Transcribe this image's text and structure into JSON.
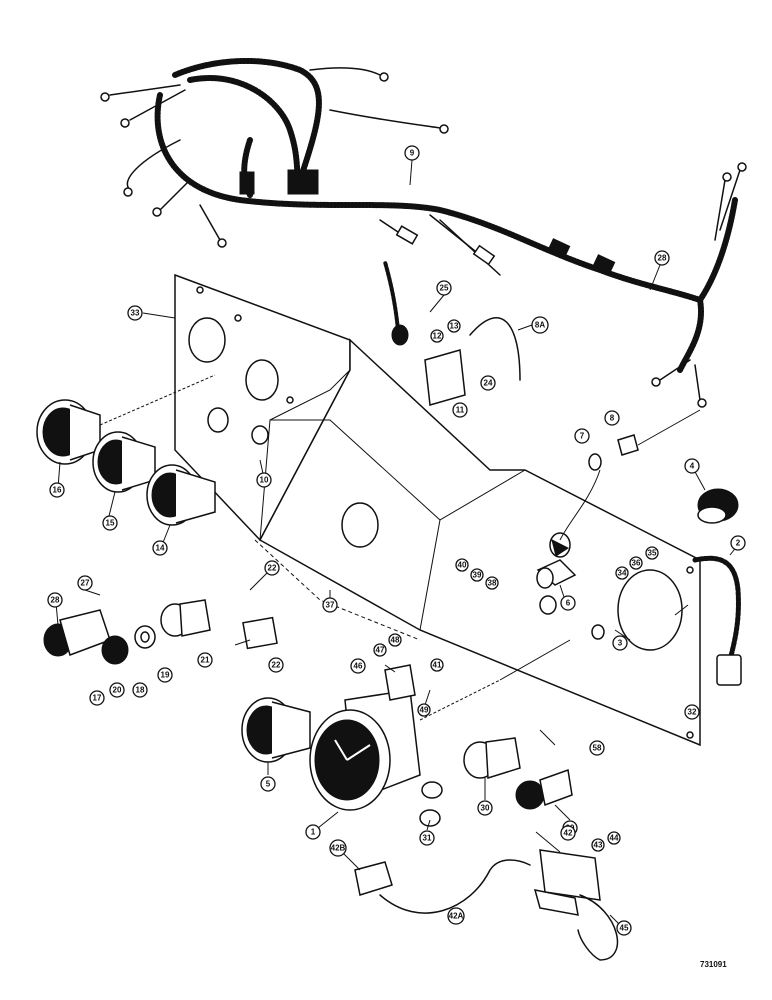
{
  "drawing_number": "731091",
  "callouts": {
    "c1": "1",
    "c2": "2",
    "c3": "3",
    "c4": "4",
    "c5": "5",
    "c6": "6",
    "c7": "7",
    "c8": "8",
    "c8a": "8A",
    "c9": "9",
    "c10": "10",
    "c11": "11",
    "c12": "12",
    "c13": "13",
    "c14": "14",
    "c15": "15",
    "c16": "16",
    "c17": "17",
    "c18": "18",
    "c19": "19",
    "c20": "20",
    "c21": "21",
    "c22a": "22",
    "c22b": "22",
    "c24": "24",
    "c25": "25",
    "c27": "27",
    "c28": "28",
    "c29": "29",
    "c30": "30",
    "c31": "31",
    "c32": "32",
    "c33": "33",
    "c34": "34",
    "c35": "35",
    "c36": "36",
    "c37": "37",
    "c38": "38",
    "c39": "39",
    "c40": "40",
    "c41": "41",
    "c42": "42",
    "c42b": "42B",
    "c42a": "42A",
    "c43": "43",
    "c44": "44",
    "c45": "45",
    "c46": "46",
    "c47": "47",
    "c48": "48",
    "c49": "49",
    "c58": "58",
    "c28b": "28"
  },
  "colors": {
    "ink": "#111111",
    "paper": "#ffffff"
  }
}
